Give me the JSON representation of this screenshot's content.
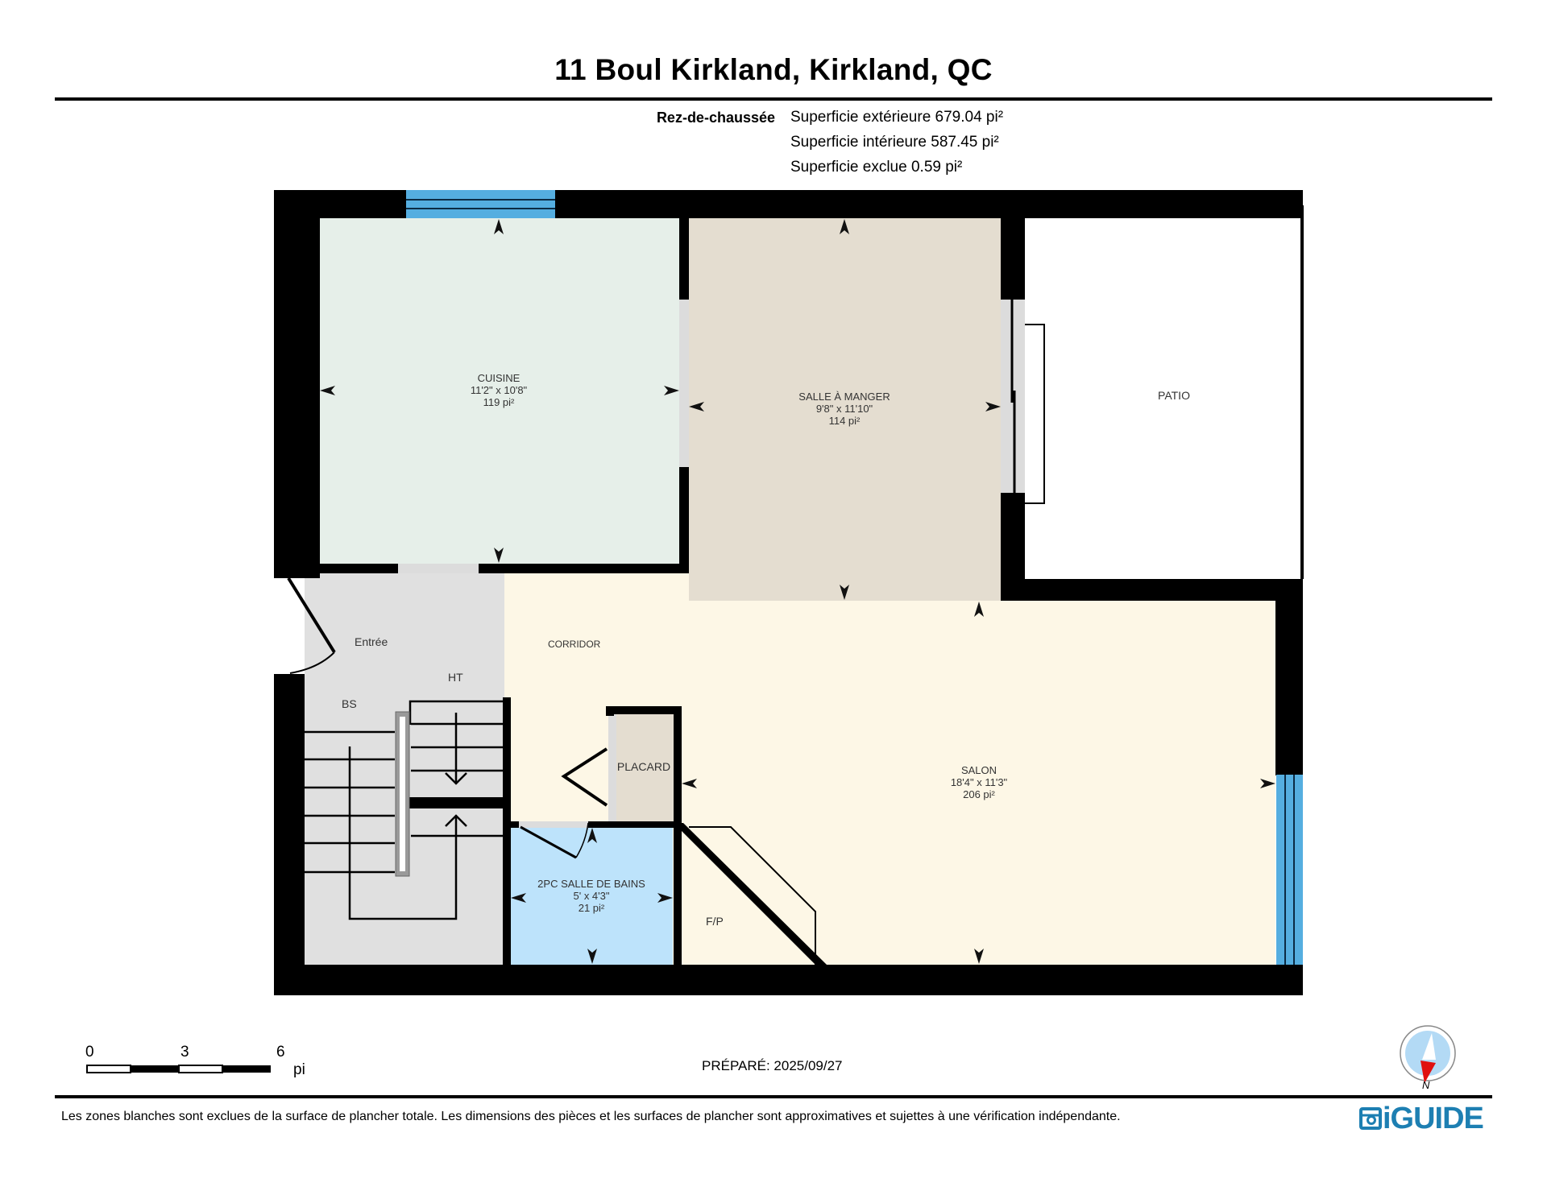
{
  "header": {
    "title": "11 Boul Kirkland, Kirkland, QC",
    "floor_label": "Rez-de-chaussée",
    "areas": [
      "Superficie extérieure 679.04 pi²",
      "Superficie intérieure 587.45 pi²",
      "Superficie exclue 0.59 pi²"
    ]
  },
  "rooms": {
    "cuisine": {
      "name": "CUISINE",
      "dims": "11'2\" x 10'8\"",
      "area": "119 pi²",
      "color": "#e6efe9"
    },
    "salle_a_manger": {
      "name": "SALLE À MANGER",
      "dims": "9'8\" x 11'10\"",
      "area": "114 pi²",
      "color": "#e4ddd0"
    },
    "patio": {
      "name": "PATIO",
      "color": "#ffffff"
    },
    "salon": {
      "name": "SALON",
      "dims": "18'4\" x 11'3\"",
      "area": "206 pi²",
      "color": "#fdf7e6"
    },
    "salle_de_bains": {
      "name": "2PC SALLE DE BAINS",
      "dims": "5' x 4'3\"",
      "area": "21 pi²",
      "color": "#bde3fb"
    },
    "placard": {
      "name": "PLACARD",
      "color": "#e4ddd0"
    },
    "entree": {
      "name": "Entrée",
      "color": "#e0e0e0"
    },
    "corridor": {
      "name": "CORRIDOR"
    }
  },
  "labels": {
    "ht": "HT",
    "bs": "BS",
    "fp": "F/P"
  },
  "scale_bar": {
    "ticks": [
      "0",
      "3",
      "6"
    ],
    "unit": "pi"
  },
  "footer": {
    "prepared": "PRÉPARÉ: 2025/09/27",
    "disclaimer": "Les zones blanches sont exclues de la surface de plancher totale. Les dimensions des pièces et les surfaces de plancher sont approximatives et sujettes à une vérification indépendante.",
    "compass_label": "N",
    "logo_text": "iGUIDE"
  },
  "colors": {
    "wall": "#000000",
    "window": "#55aee0",
    "logo": "#1d7fb2",
    "compass_fill": "#b3daf5",
    "compass_needle": "#e01010"
  }
}
